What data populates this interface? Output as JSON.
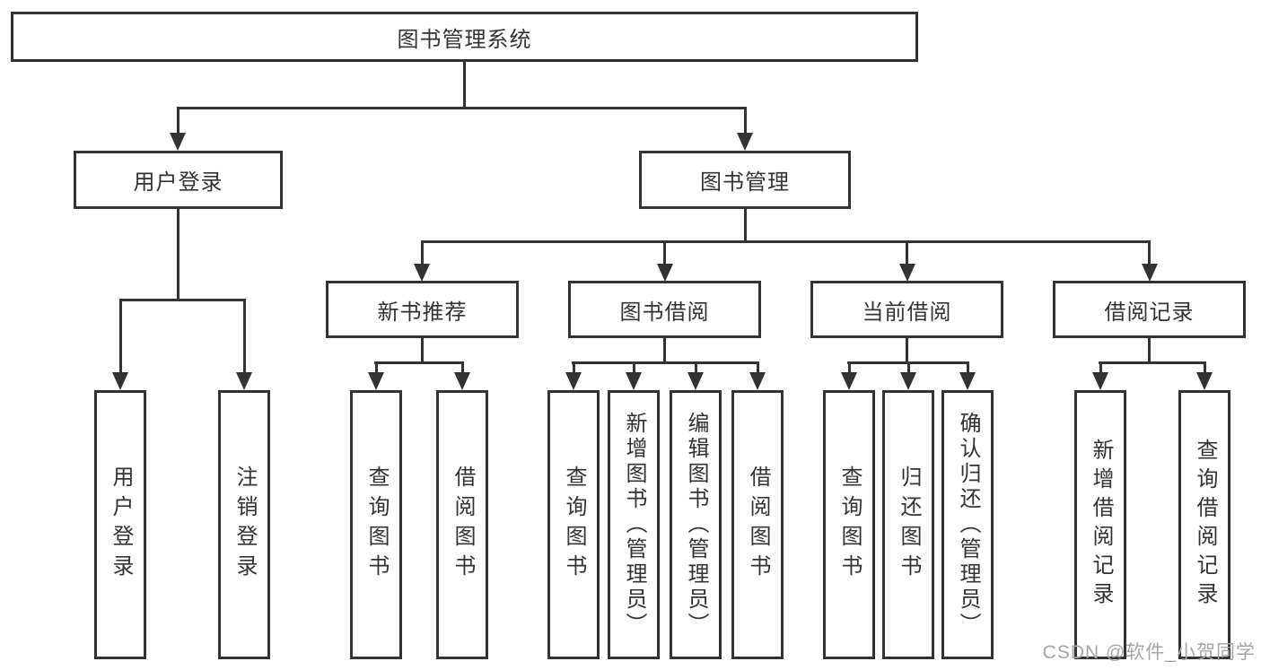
{
  "colors": {
    "line": "#333333",
    "text": "#333333",
    "watermark": "#a6a6a6",
    "background": "#ffffff"
  },
  "watermark": "CSDN @软件_小贺同学",
  "tree": {
    "root": {
      "label": "图书管理系统",
      "children": [
        {
          "label": "用户登录",
          "children": [
            {
              "label": "用户登录"
            },
            {
              "label": "注销登录"
            }
          ]
        },
        {
          "label": "图书管理",
          "children": [
            {
              "label": "新书推荐",
              "children": [
                {
                  "label": "查询图书"
                },
                {
                  "label": "借阅图书"
                }
              ]
            },
            {
              "label": "图书借阅",
              "children": [
                {
                  "label": "查询图书"
                },
                {
                  "label": "新增图书（管理员）"
                },
                {
                  "label": "编辑图书（管理员）"
                },
                {
                  "label": "借阅图书"
                }
              ]
            },
            {
              "label": "当前借阅",
              "children": [
                {
                  "label": "查询图书"
                },
                {
                  "label": "归还图书"
                },
                {
                  "label": "确认归还（管理员）"
                }
              ]
            },
            {
              "label": "借阅记录",
              "children": [
                {
                  "label": "新增借阅记录"
                },
                {
                  "label": "查询借阅记录"
                }
              ]
            }
          ]
        }
      ]
    }
  }
}
